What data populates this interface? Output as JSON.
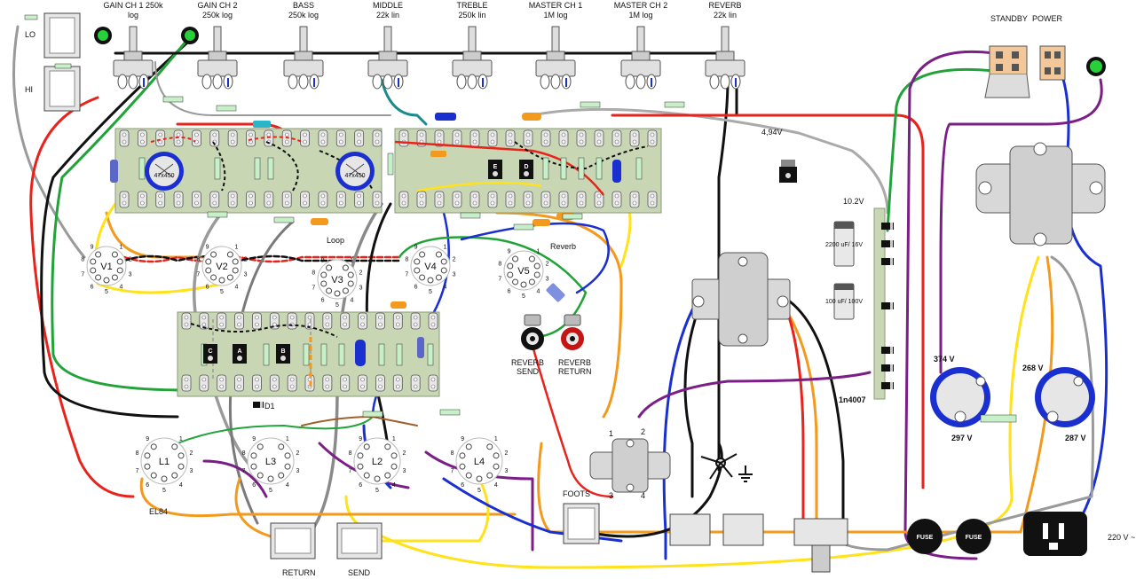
{
  "pots": [
    {
      "name": "GAIN CH 1 250k",
      "sub": "log"
    },
    {
      "name": "GAIN CH 2",
      "sub": "250k log"
    },
    {
      "name": "BASS",
      "sub": "250k log"
    },
    {
      "name": "MIDDLE",
      "sub": "22k lin"
    },
    {
      "name": "TREBLE",
      "sub": "250k lin"
    },
    {
      "name": "MASTER CH 1",
      "sub": "1M log"
    },
    {
      "name": "MASTER CH 2",
      "sub": "1M log"
    },
    {
      "name": "REVERB",
      "sub": "22k lin"
    }
  ],
  "switches": {
    "standby": "STANDBY",
    "power": "POWER"
  },
  "input_jacks": {
    "lo": "LO",
    "hi": "HI"
  },
  "tubes": {
    "v1": "V1",
    "v2": "V2",
    "v3": "V3",
    "v4": "V4",
    "v5": "V5",
    "l1": "L1",
    "l2": "L2",
    "l3": "L3",
    "l4": "L4"
  },
  "labels": {
    "loop": "Loop",
    "reverb": "Reverb",
    "el84": "EL84",
    "foots": "FOOTS",
    "return": "RETURN",
    "send": "SEND",
    "reverb_send": "REVERB",
    "reverb_send2": "SEND",
    "reverb_return": "REVERB",
    "reverb_return2": "RETURN",
    "d1": "D1",
    "diode": "1n4007",
    "mains": "220 V ~",
    "fuse1": "FUSE",
    "fuse2": "FUSE",
    "cap_main": "47x450",
    "cap_main2": "47x450",
    "cap_filter1": "2200 uF/ 16V",
    "cap_filter2": "100 uF/ 100V"
  },
  "voltages": {
    "v1": "4,94V",
    "v2": "10.2V",
    "v3": "374 V",
    "v4": "297 V",
    "v5": "268 V",
    "v6": "287 V"
  },
  "relays": {
    "e": "E",
    "d": "D",
    "c": "C",
    "a": "A",
    "b": "B"
  },
  "ot_pins": {
    "p1": "1",
    "p2": "2",
    "p3": "3",
    "p4": "4"
  },
  "colors": {
    "board": "#c8d6b4",
    "red": "#e8231c",
    "black": "#111111",
    "green": "#22a33a",
    "blue": "#1a2fd0",
    "yellow": "#ffe21a",
    "orange": "#f39a1e",
    "purple": "#7b1f86",
    "gray": "#9a9a9a",
    "teal": "#1a8a8a",
    "brown": "#a0602a"
  }
}
